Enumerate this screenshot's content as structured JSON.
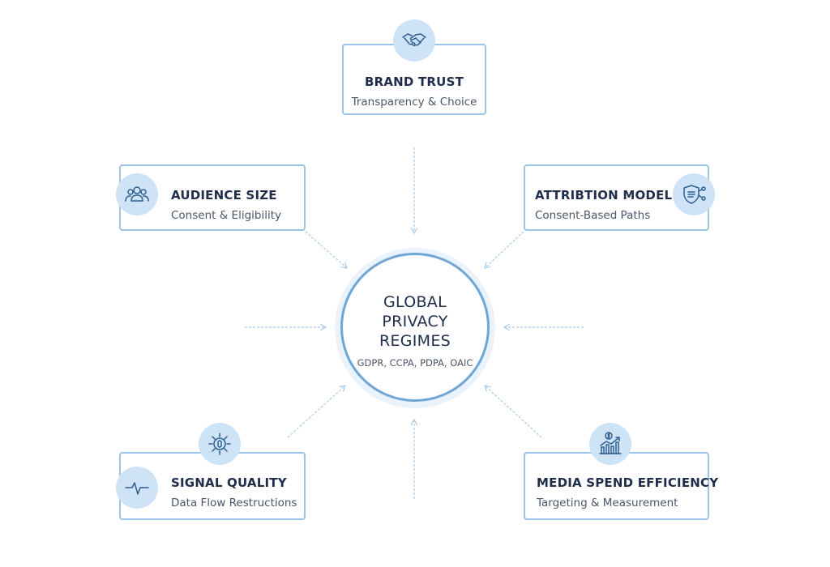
{
  "hub": {
    "title_lines": [
      "GLOBAL",
      "PRIVACY",
      "REGIMES"
    ],
    "subtitle": "GDPR, CCPA, PDPA, OAIC"
  },
  "nodes": {
    "brand_trust": {
      "title": "BRAND TRUST",
      "subtitle": "Transparency & Choice",
      "icon": "handshake-icon"
    },
    "audience_size": {
      "title": "AUDIENCE SIZE",
      "subtitle": "Consent & Eligibility",
      "icon": "people-group-icon"
    },
    "attribution_models": {
      "title": "ATTRIBTION MODELS",
      "subtitle": "Consent-Based Paths",
      "icon": "shield-network-icon"
    },
    "signal_quality": {
      "title": "SIGNAL QUALITY",
      "subtitle": "Data Flow Restructions",
      "icon": "signal-wave-icon",
      "secondary_icon": "sensor-icon"
    },
    "media_spend": {
      "title": "MEDIA SPEND EFFICIENCY",
      "subtitle": "Targeting & Measurement",
      "icon": "growth-chart-icon"
    }
  },
  "colors": {
    "border": "#9cc4e6",
    "hub_border": "#6fa6d6",
    "badge": "#cfe3f7",
    "icon_stroke": "#2f5f8f",
    "text_dark": "#1f2d4a",
    "text_muted": "#4a5568",
    "connector": "#a9cbe8"
  }
}
